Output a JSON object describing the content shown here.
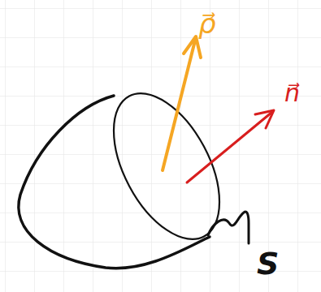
{
  "diagram": {
    "labels": [
      "ρ⃗",
      "n⃗",
      "S"
    ]
  }
}
